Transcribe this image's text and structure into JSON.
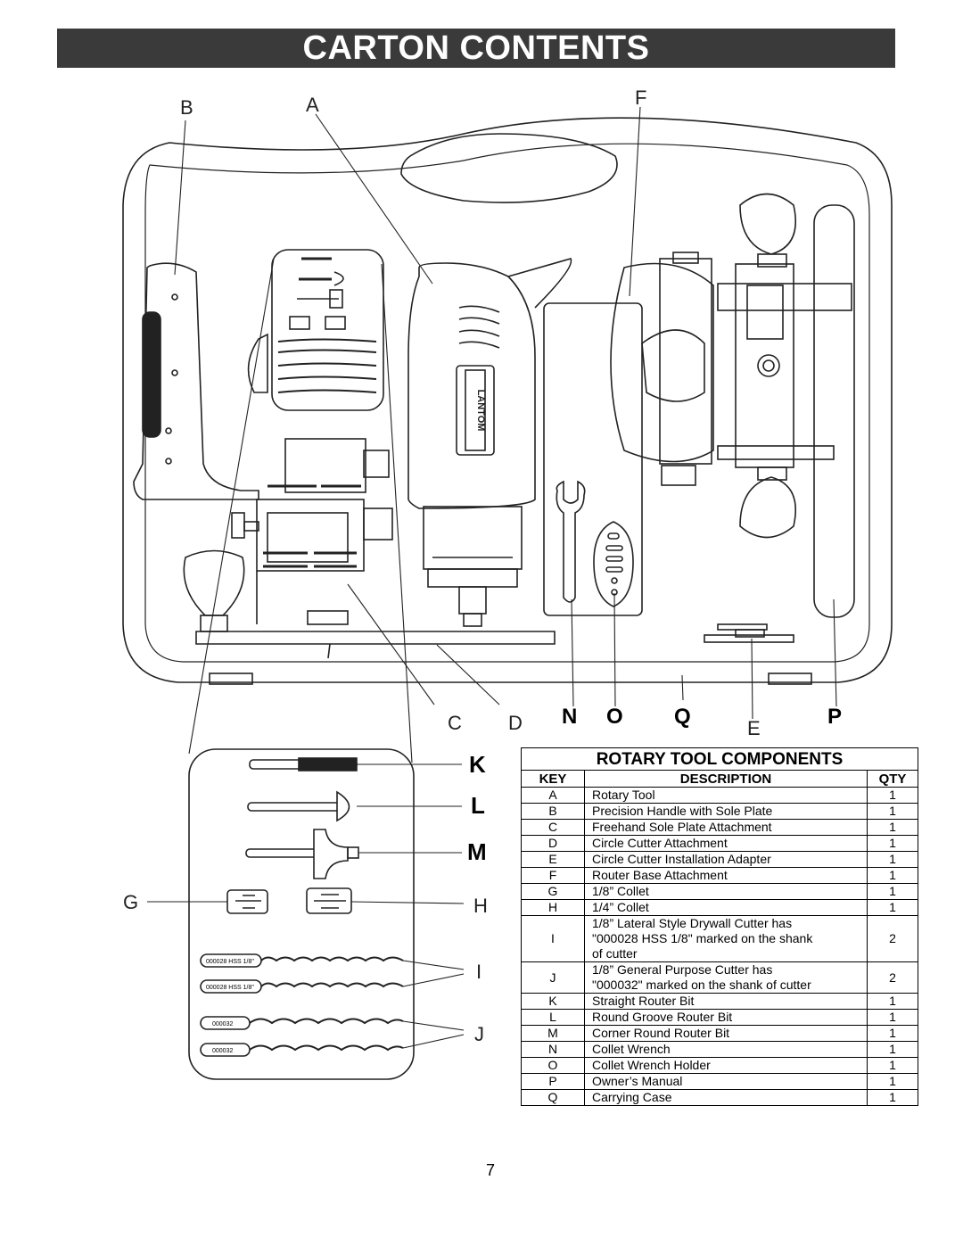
{
  "header": {
    "title": "CARTON CONTENTS"
  },
  "figure": {
    "callouts": {
      "A": "A",
      "B": "B",
      "C": "C",
      "D": "D",
      "E": "E",
      "F": "F",
      "G": "G",
      "H": "H",
      "I": "I",
      "J": "J",
      "K": "K",
      "L": "L",
      "M": "M",
      "N": "N",
      "O": "O",
      "P": "P",
      "Q": "Q"
    },
    "tool_brand": "LANTOM",
    "bit_labels": {
      "i1": "000028 HSS 1/8\"",
      "i2": "000028 HSS 1/8\"",
      "j1": "000032",
      "j2": "000032"
    }
  },
  "components": {
    "caption": "ROTARY TOOL COMPONENTS",
    "headers": {
      "key": "KEY",
      "description": "DESCRIPTION",
      "qty": "QTY"
    },
    "rows": [
      {
        "key": "A",
        "description": "Rotary  Tool",
        "qty": "1"
      },
      {
        "key": "B",
        "description": "Precision Handle with Sole Plate",
        "qty": "1"
      },
      {
        "key": "C",
        "description": "Freehand Sole Plate Attachment",
        "qty": "1"
      },
      {
        "key": "D",
        "description": "Circle Cutter Attachment",
        "qty": "1"
      },
      {
        "key": "E",
        "description": "Circle Cutter Installation Adapter",
        "qty": "1"
      },
      {
        "key": "F",
        "description": "Router Base Attachment",
        "qty": "1"
      },
      {
        "key": "G",
        "description": "1/8” Collet",
        "qty": "1"
      },
      {
        "key": "H",
        "description": "1/4” Collet",
        "qty": "1"
      },
      {
        "key": "I",
        "description_lines": [
          "1/8” Lateral Style Drywall Cutter has",
          "\"000028 HSS 1/8\" marked on the shank",
          "of cutter"
        ],
        "qty": "2"
      },
      {
        "key": "J",
        "description_lines": [
          "1/8” General Purpose Cutter has",
          "\"000032\" marked on the shank of cutter"
        ],
        "qty": "2"
      },
      {
        "key": "K",
        "description": "Straight Router Bit",
        "qty": "1"
      },
      {
        "key": "L",
        "description": "Round Groove Router Bit",
        "qty": "1"
      },
      {
        "key": "M",
        "description": "Corner Round Router Bit",
        "qty": "1"
      },
      {
        "key": "N",
        "description": "Collet Wrench",
        "qty": "1"
      },
      {
        "key": "O",
        "description": "Collet Wrench Holder",
        "qty": "1"
      },
      {
        "key": "P",
        "description": "Owner’s Manual",
        "qty": "1"
      },
      {
        "key": "Q",
        "description": "Carrying Case",
        "qty": "1"
      }
    ]
  },
  "footer": {
    "page_number": "7"
  }
}
